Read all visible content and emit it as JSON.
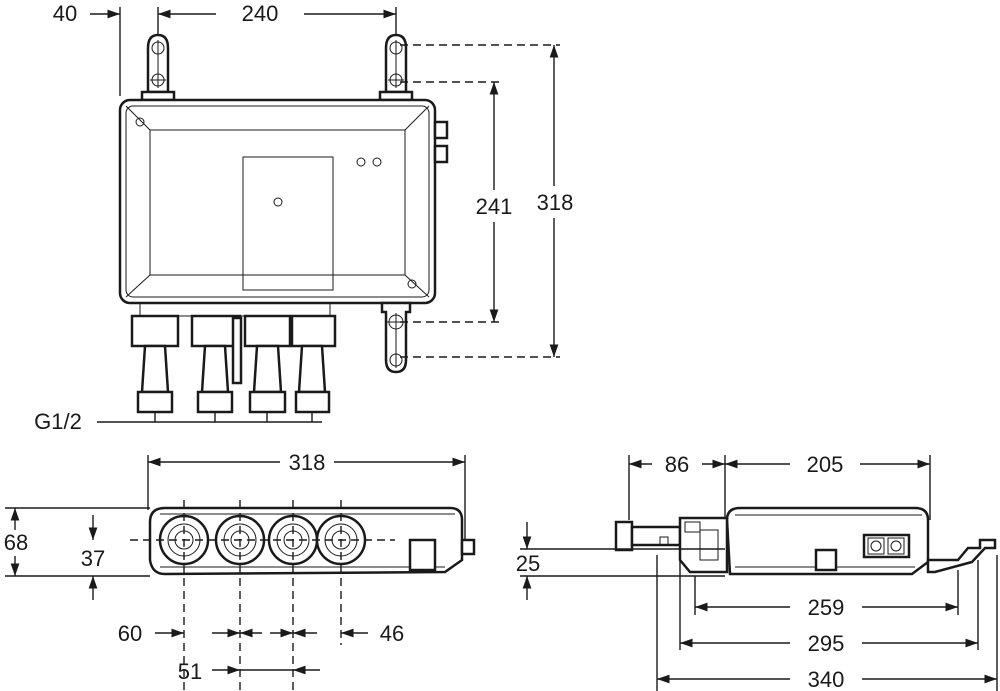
{
  "drawing": {
    "front_view": {
      "dim_left_offset": "40",
      "dim_bracket_spacing": "240",
      "dim_height_inner": "241",
      "dim_height_total": "318",
      "thread_label": "G1/2"
    },
    "bottom_view": {
      "dim_width": "318",
      "dim_depth": "68",
      "dim_axis_height": "37",
      "dim_spacing_60": "60",
      "dim_spacing_46": "46",
      "dim_spacing_51": "51"
    },
    "side_view": {
      "dim_86": "86",
      "dim_205": "205",
      "dim_25": "25",
      "dim_259": "259",
      "dim_295": "295",
      "dim_340": "340"
    }
  }
}
